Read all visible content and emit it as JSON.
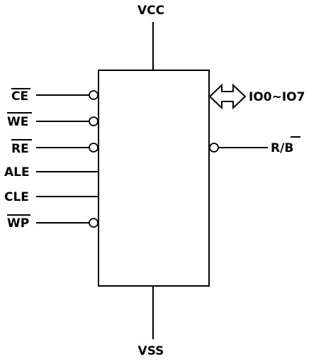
{
  "power": {
    "top_label": "VCC",
    "bottom_label": "VSS"
  },
  "left_pins": [
    {
      "label": "CE",
      "active_low": true
    },
    {
      "label": "WE",
      "active_low": true
    },
    {
      "label": "RE",
      "active_low": true
    },
    {
      "label": "ALE",
      "active_low": false
    },
    {
      "label": "CLE",
      "active_low": false
    },
    {
      "label": "WP",
      "active_low": true
    }
  ],
  "right_pins": {
    "bus_label": "IO0~IO7",
    "rb_prefix": "R/",
    "rb_suffix": "B"
  }
}
